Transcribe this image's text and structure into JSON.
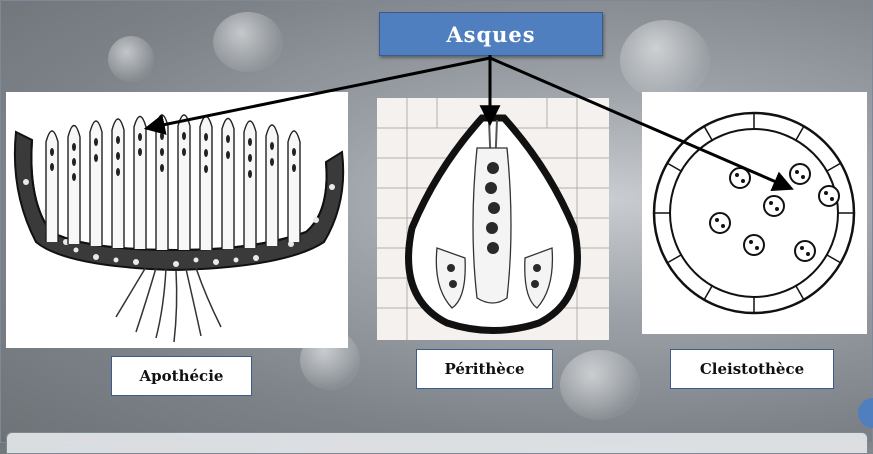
{
  "diagram": {
    "title": "Asques",
    "panels": [
      {
        "label": "Apothécie"
      },
      {
        "label": "Périthèce"
      },
      {
        "label": "Cleistothèce"
      }
    ]
  },
  "colors": {
    "title_fill": "#4f7fbf",
    "title_border": "#385d8a",
    "arrow": "#000000"
  }
}
